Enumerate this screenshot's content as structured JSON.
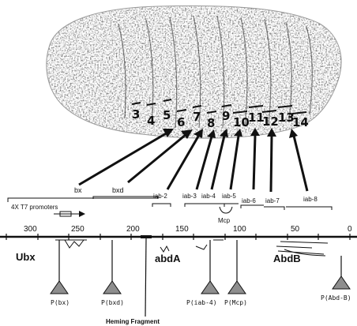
{
  "segments": [
    {
      "label": "3"
    },
    {
      "label": "4"
    },
    {
      "label": "5"
    },
    {
      "label": "6"
    },
    {
      "label": "7"
    },
    {
      "label": "8"
    },
    {
      "label": "9"
    },
    {
      "label": "10"
    },
    {
      "label": "11"
    },
    {
      "label": "12"
    },
    {
      "label": "13"
    },
    {
      "label": "14"
    }
  ],
  "regions": {
    "bx": "bx",
    "bxd": "bxd",
    "promoters": "4X T7 promoters",
    "iab2": "iab-2",
    "iab3": "iab-3",
    "iab4": "iab-4",
    "iab5": "iab-5",
    "mcp": "Mcp",
    "iab6": "iab-6",
    "iab7": "iab-7",
    "iab8": "iab-8"
  },
  "axis": {
    "ticks": [
      "300",
      "250",
      "200",
      "150",
      "100",
      "50",
      "0"
    ]
  },
  "genes": {
    "ubx": "Ubx",
    "abda": "abdA",
    "abdb": "AbdB"
  },
  "promoters": [
    {
      "label": "P(bx)"
    },
    {
      "label": "P(bxd)"
    },
    {
      "label": "P(iab-4)"
    },
    {
      "label": "P(Mcp)"
    },
    {
      "label": "P(Abd-B)"
    }
  ],
  "fragment": {
    "label": "Heming Fragment"
  }
}
